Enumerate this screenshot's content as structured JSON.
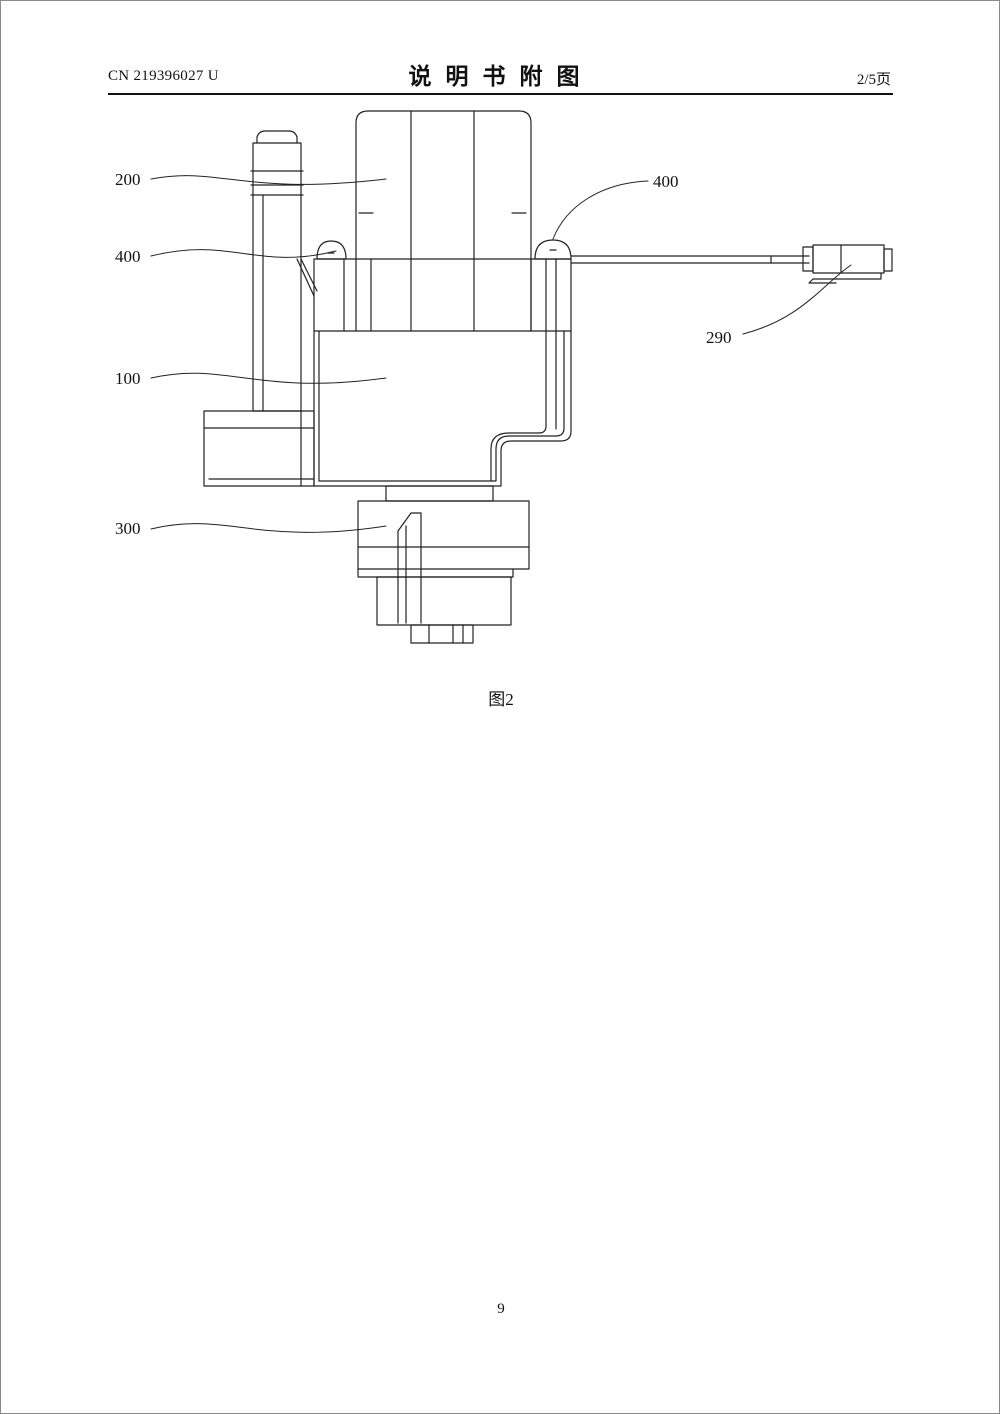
{
  "header": {
    "patent_number": "CN 219396027 U",
    "title": "说明书附图",
    "page_of": "2/5页"
  },
  "figure": {
    "caption": "图2",
    "reference_labels": {
      "label_200": "200",
      "label_400_left": "400",
      "label_400_right": "400",
      "label_290": "290",
      "label_100": "100",
      "label_300": "300"
    }
  },
  "footer": {
    "page_number": "9"
  }
}
